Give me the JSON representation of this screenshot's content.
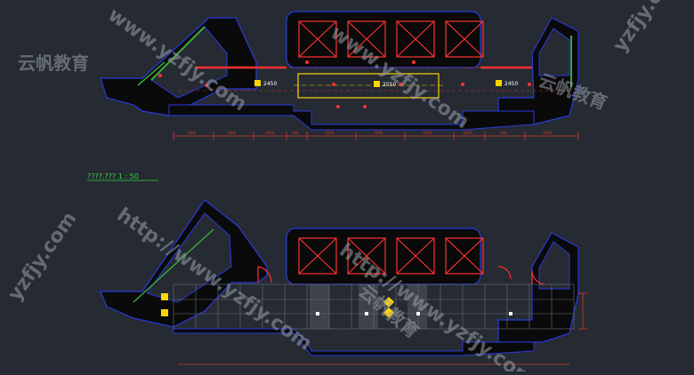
{
  "drawing": {
    "scale_label": "????.??? 1 : 50",
    "ceiling_heights": [
      "2450",
      "2550",
      "2450"
    ],
    "dimension_values": [
      "1000",
      "1000",
      "1000",
      "500",
      "1000",
      "1000",
      "1000",
      "1000",
      "500",
      "1000"
    ]
  },
  "watermark": {
    "urls": [
      "www.yzfjy.com",
      "www.yzfjy.com",
      "http://www.yzfjy.com",
      "http://www.yzfjy.com",
      "yzfjy.com",
      "yzfjy.com"
    ],
    "brand_texts": [
      "云帆教育",
      "云帆教育",
      "云帆教育"
    ]
  },
  "colors": {
    "background": "#252a33",
    "wall": "#0a0a0a",
    "wall_outline": "#2b3bd8",
    "elevator_box": "#ff3030",
    "dimension": "#d43a2a",
    "ceiling_line": "#ffd400",
    "hatch": "#3aa83a",
    "cyan": "#00c8e8"
  }
}
